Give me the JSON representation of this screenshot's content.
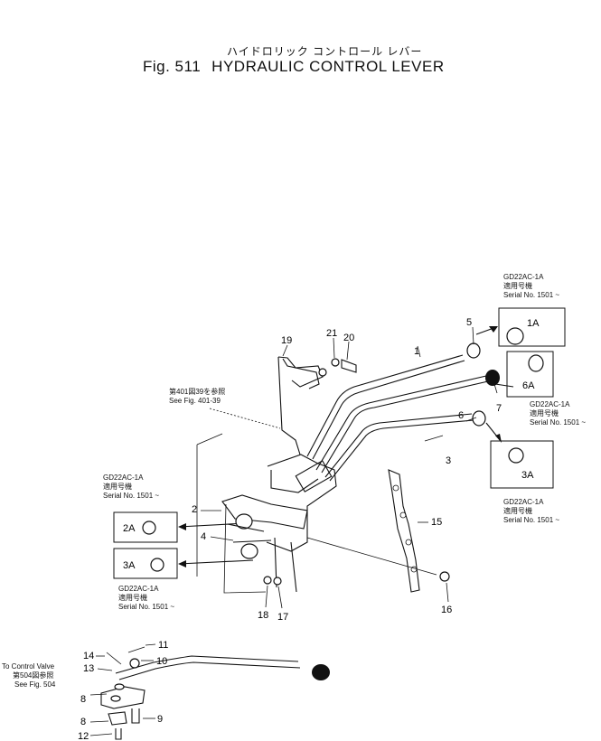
{
  "title": {
    "japanese": "ハイドロリック コントロール レバー",
    "figure_number": "Fig. 511",
    "english": "HYDRAULIC CONTROL LEVER"
  },
  "notes": {
    "see_fig_jp": "第401図39を参照",
    "see_fig_en": "See Fig. 401-39",
    "serial_applicability": {
      "model": "GD22AC-1A",
      "jp": "適用号機",
      "serial": "Serial No. 1501 ~"
    },
    "control_valve": {
      "to": "To Control Valve",
      "jp": "第504図参照",
      "en": "See Fig. 504"
    }
  },
  "part_numbers": [
    "1",
    "2",
    "3",
    "4",
    "5",
    "6",
    "7",
    "8",
    "9",
    "10",
    "11",
    "12",
    "13",
    "14",
    "15",
    "16",
    "17",
    "18",
    "19",
    "20",
    "21"
  ],
  "detail_boxes": [
    {
      "label": "1A"
    },
    {
      "label": "6A"
    },
    {
      "label": "3A"
    },
    {
      "label": "2A"
    },
    {
      "label": "3A"
    }
  ]
}
